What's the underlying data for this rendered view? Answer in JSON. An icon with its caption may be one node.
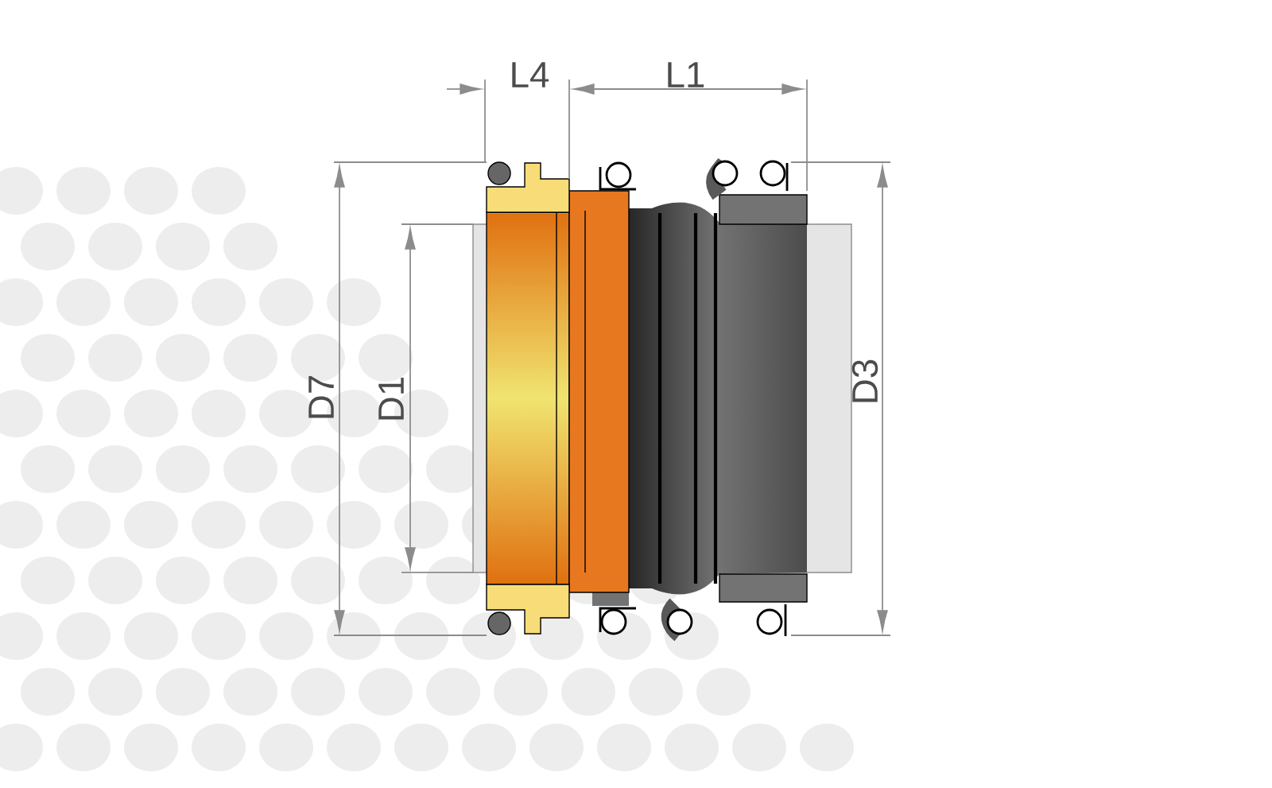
{
  "diagram": {
    "labels": [
      "L4",
      "L1",
      "D7",
      "D1",
      "D3"
    ]
  }
}
